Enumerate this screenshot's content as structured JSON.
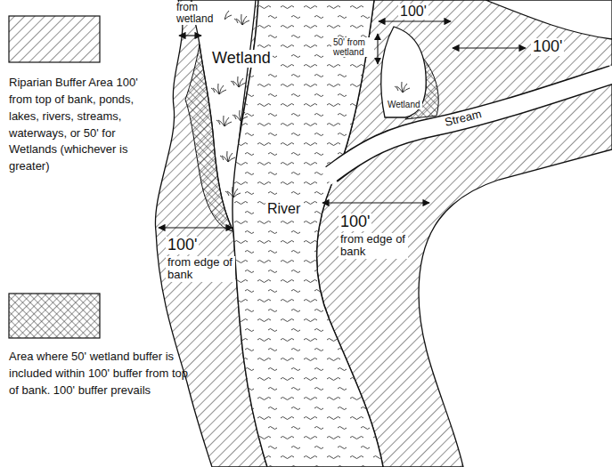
{
  "diagram": {
    "labels": [
      "from wetland",
      "Wetland",
      "50' from wetland",
      "Wetland",
      "Stream",
      "River",
      "100'",
      "100'",
      "100'",
      "from edge of bank",
      "100'",
      "from edge of bank"
    ],
    "legend": [
      {
        "text": "Riparian Buffer Area 100' from top of bank, ponds, lakes, rivers, streams, waterways, or 50' for Wetlands (whichever is greater)"
      },
      {
        "text": "Area where 50' wetland buffer is included within 100' buffer from top of bank. 100' buffer prevails"
      }
    ]
  }
}
